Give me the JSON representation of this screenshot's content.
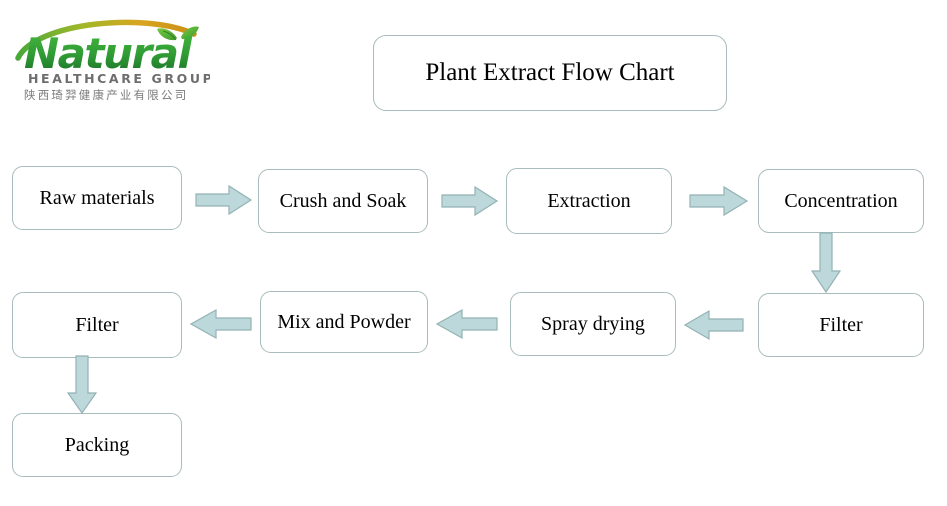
{
  "logo": {
    "brand_name": "Natural",
    "tagline": "HEALTHCARE GROUP",
    "chinese_name": "陕西琦羿健康产业有限公司",
    "colors": {
      "brand_green": "#3aa935",
      "brand_dark_green": "#1f7a2e",
      "swoosh_gold": "#d9a520",
      "leaf_green": "#5cb531",
      "tagline_gray": "#6e6e6e"
    }
  },
  "diagram": {
    "title": "Plant Extract Flow Chart",
    "type": "flowchart",
    "colors": {
      "box_border": "#a9bcbd",
      "box_fill": "#ffffff",
      "arrow_fill": "#bdd8da",
      "arrow_stroke": "#93b2b4",
      "text": "#000000",
      "background": "#ffffff"
    },
    "nodes": [
      {
        "id": "raw",
        "label": "Raw materials",
        "row": 1,
        "order": 1
      },
      {
        "id": "crush",
        "label": "Crush and Soak",
        "row": 1,
        "order": 2
      },
      {
        "id": "extraction",
        "label": "Extraction",
        "row": 1,
        "order": 3
      },
      {
        "id": "concentration",
        "label": "Concentration",
        "row": 1,
        "order": 4
      },
      {
        "id": "filter1",
        "label": "Filter",
        "row": 2,
        "order": 8
      },
      {
        "id": "mix",
        "label": "Mix and Powder",
        "row": 2,
        "order": 7
      },
      {
        "id": "spray",
        "label": "Spray drying",
        "row": 2,
        "order": 6
      },
      {
        "id": "filter2",
        "label": "Filter",
        "row": 2,
        "order": 5
      },
      {
        "id": "packing",
        "label": "Packing",
        "row": 3,
        "order": 9
      }
    ],
    "edges": [
      {
        "from": "raw",
        "to": "crush",
        "direction": "right"
      },
      {
        "from": "crush",
        "to": "extraction",
        "direction": "right"
      },
      {
        "from": "extraction",
        "to": "concentration",
        "direction": "right"
      },
      {
        "from": "concentration",
        "to": "filter2",
        "direction": "down"
      },
      {
        "from": "filter2",
        "to": "spray",
        "direction": "left"
      },
      {
        "from": "spray",
        "to": "mix",
        "direction": "left"
      },
      {
        "from": "mix",
        "to": "filter1",
        "direction": "left"
      },
      {
        "from": "filter1",
        "to": "packing",
        "direction": "down"
      }
    ]
  }
}
